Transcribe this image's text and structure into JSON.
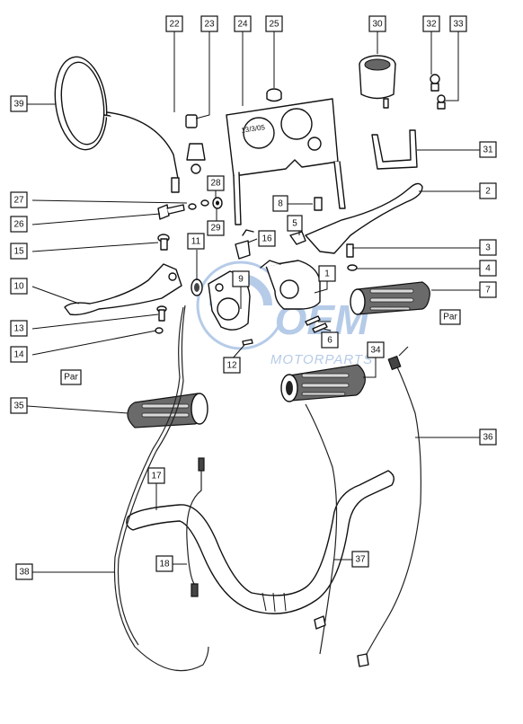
{
  "watermark": {
    "brand": "OEM",
    "subtitle": "MOTORPARTS",
    "color": "#7aa2d6"
  },
  "dashboard_text": "13/3/05",
  "pair_labels": [
    "Par",
    "Par"
  ],
  "callouts": [
    "1",
    "2",
    "3",
    "4",
    "5",
    "6",
    "7",
    "8",
    "9",
    "10",
    "11",
    "12",
    "13",
    "14",
    "15",
    "16",
    "17",
    "18",
    "22",
    "23",
    "24",
    "25",
    "26",
    "27",
    "28",
    "29",
    "30",
    "31",
    "32",
    "33",
    "34",
    "35",
    "36",
    "37",
    "38",
    "39"
  ]
}
